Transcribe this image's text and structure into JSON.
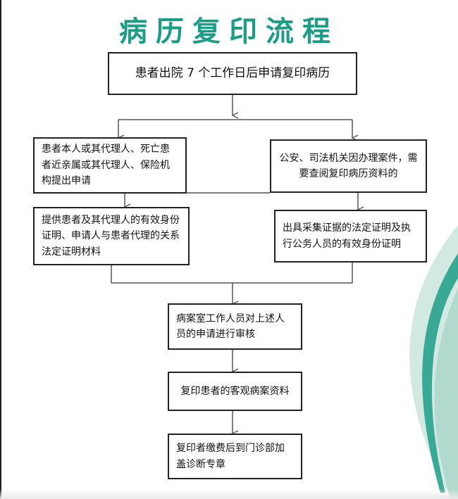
{
  "title": "病历复印流程",
  "colors": {
    "title": "#1f9c86",
    "line": "#555555",
    "border": "#222222",
    "decor_teal": "#1f9c86",
    "decor_light": "#bfe0d6"
  },
  "nodes": {
    "start": "患者出院 7 个工作日后申请复印病历",
    "left_applicant": "患者本人或其代理人、死亡患者近亲属或其代理人、保险机构提出申请",
    "right_applicant": "公安、司法机关因办理案件，需要查阅复印病历资料的",
    "left_docs": "提供患者及其代理人的有效身份证明、申请人与患者代理的关系法定证明材料",
    "right_docs": "出具采集证据的法定证明及执行公务人员的有效身份证明",
    "review": "病案室工作人员对上述人员的申请进行审核",
    "copy": "复印患者的客观病案资料",
    "seal": "复印者缴费后到门诊部加盖诊断专章"
  }
}
